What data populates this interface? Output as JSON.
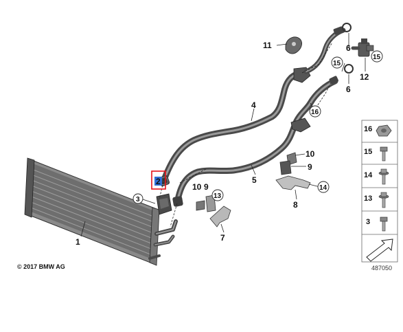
{
  "callouts": {
    "c1": "1",
    "c2": "2",
    "c3": "3",
    "c4": "4",
    "c5": "5",
    "c6a": "6",
    "c6b": "6",
    "c7": "7",
    "c8": "8",
    "c9a": "9",
    "c9b": "9",
    "c10a": "10",
    "c10b": "10",
    "c11": "11",
    "c12": "12",
    "c13": "13",
    "c14": "14",
    "c15a": "15",
    "c15b": "15",
    "c16": "16"
  },
  "side_panel": {
    "items": [
      {
        "number": "16"
      },
      {
        "number": "15"
      },
      {
        "number": "14"
      },
      {
        "number": "13"
      },
      {
        "number": "3"
      }
    ]
  },
  "copyright": "© 2017 BMW AG",
  "diagram_id": "487050",
  "colors": {
    "highlight": "#e8141a",
    "highlight_fill": "#2f6fd6",
    "hose": "#4a4a4a",
    "radiator": "#6b6b6b"
  }
}
